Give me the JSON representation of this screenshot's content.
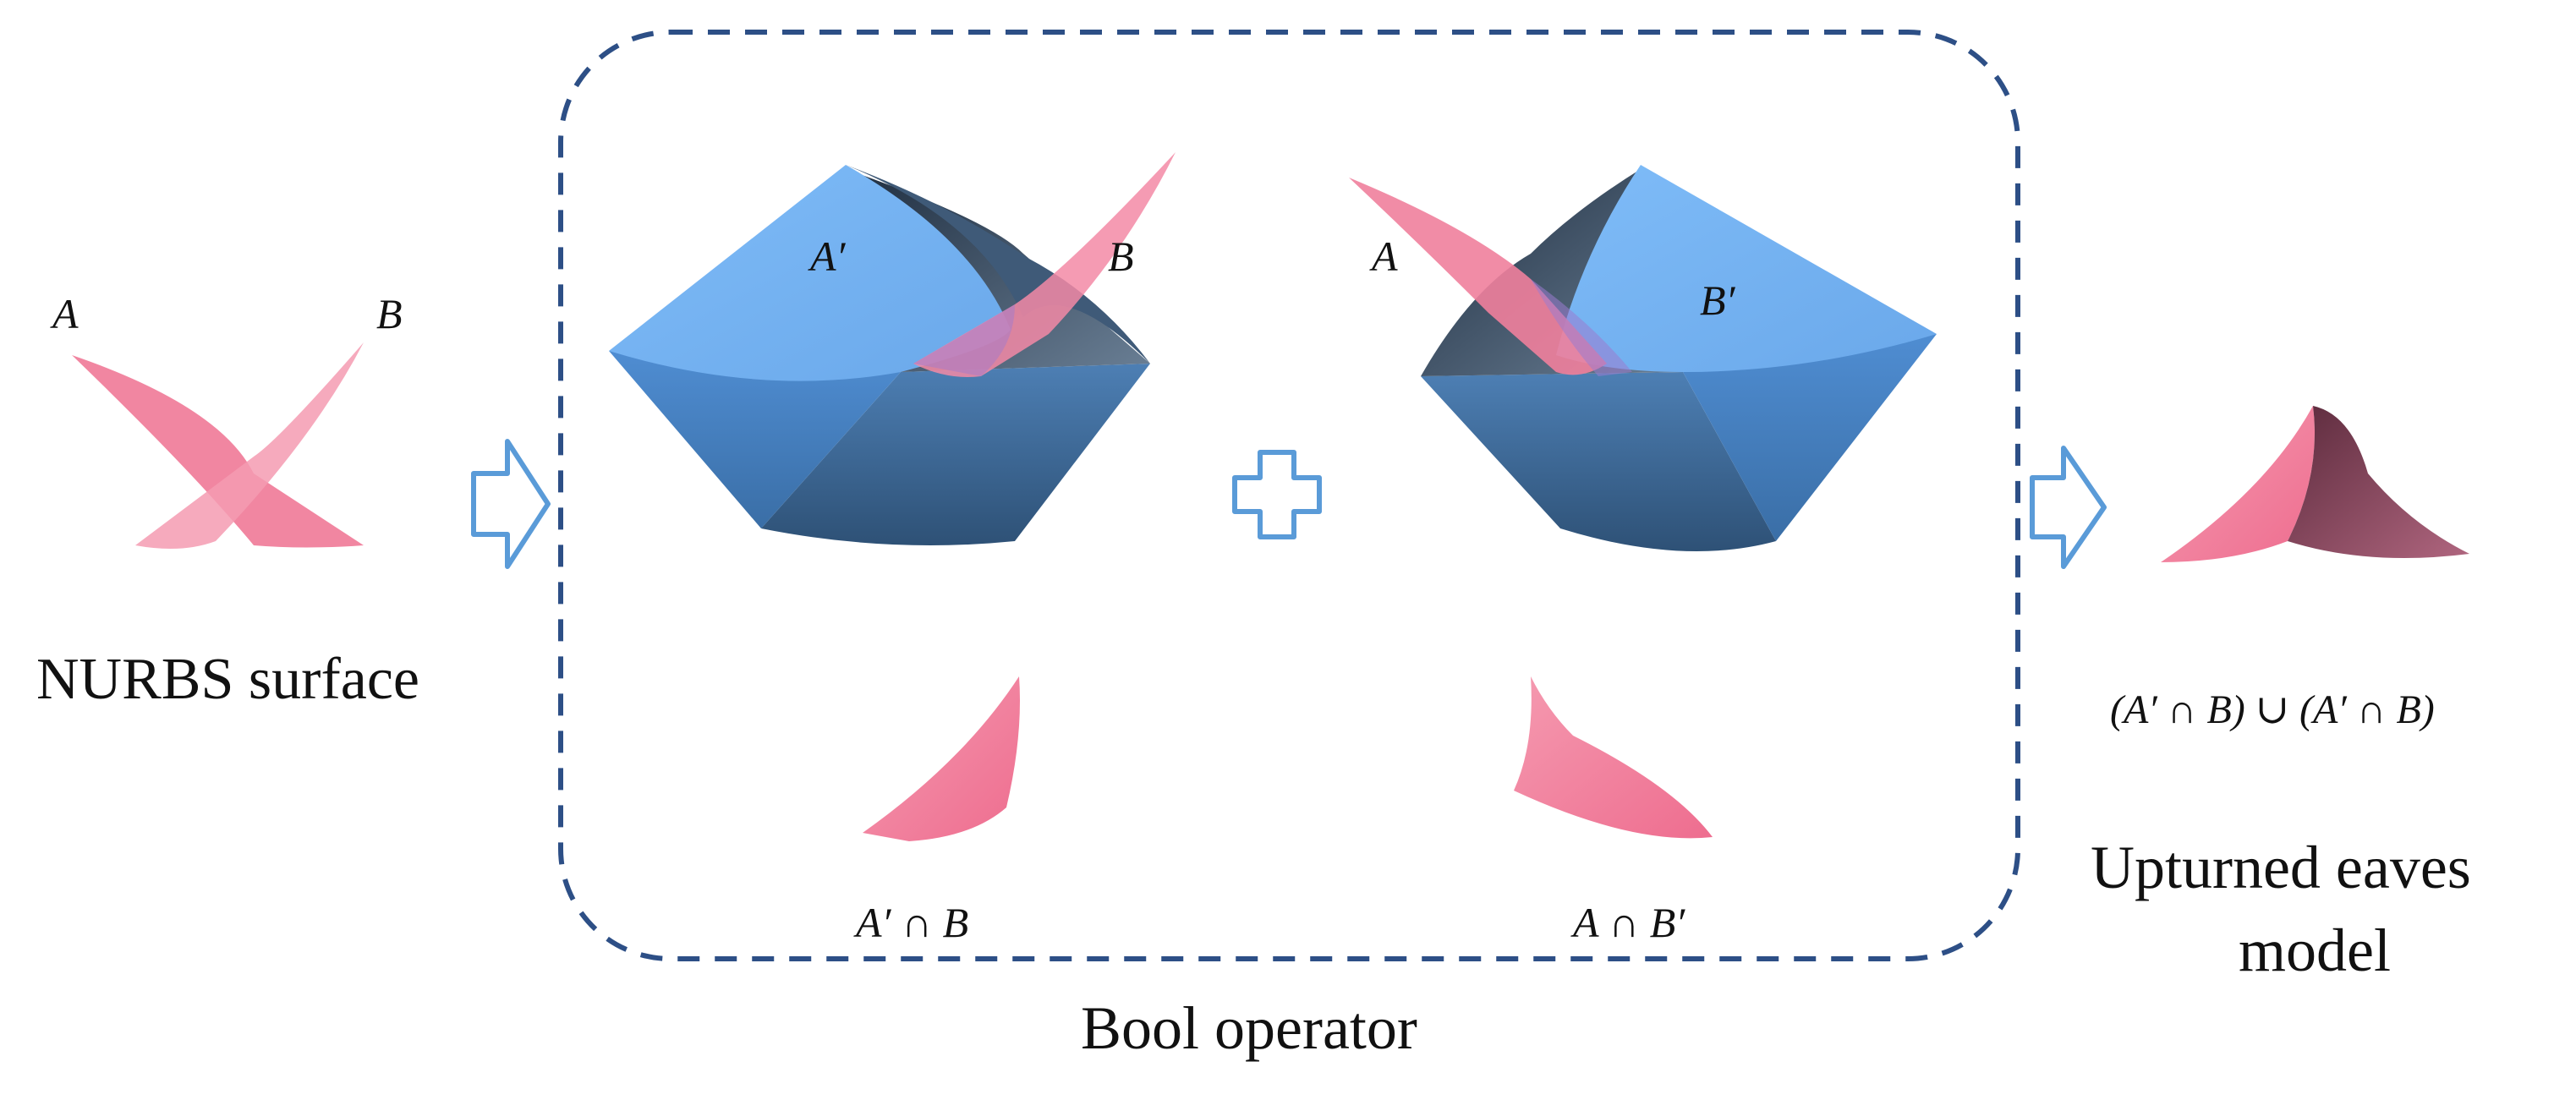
{
  "colors": {
    "surface_pink": "#f07796",
    "surface_dark": "#6b3148",
    "solid_blue": "#79b7f5",
    "solid_dark": "#2f4f6e",
    "frame_dash": "#2d4f86",
    "arrow_stroke": "#5a9bd8"
  },
  "left": {
    "label_a": "A",
    "label_b": "B",
    "caption": "NURBS surface"
  },
  "operator": {
    "left_solid_label": "A′",
    "left_surface_label": "B",
    "right_surface_label": "A",
    "right_solid_label": "B′",
    "plus_icon": "plus-icon",
    "left_result_caption": "A′ ∩ B",
    "right_result_caption": "A ∩ B′",
    "caption": "Bool operator"
  },
  "right": {
    "formula": "(A′ ∩ B)  ∪ (A′ ∩ B)",
    "caption_line1": "Upturned eaves",
    "caption_line2": "model"
  },
  "arrows": [
    "hollow-arrow-right-icon",
    "hollow-arrow-right-icon"
  ]
}
